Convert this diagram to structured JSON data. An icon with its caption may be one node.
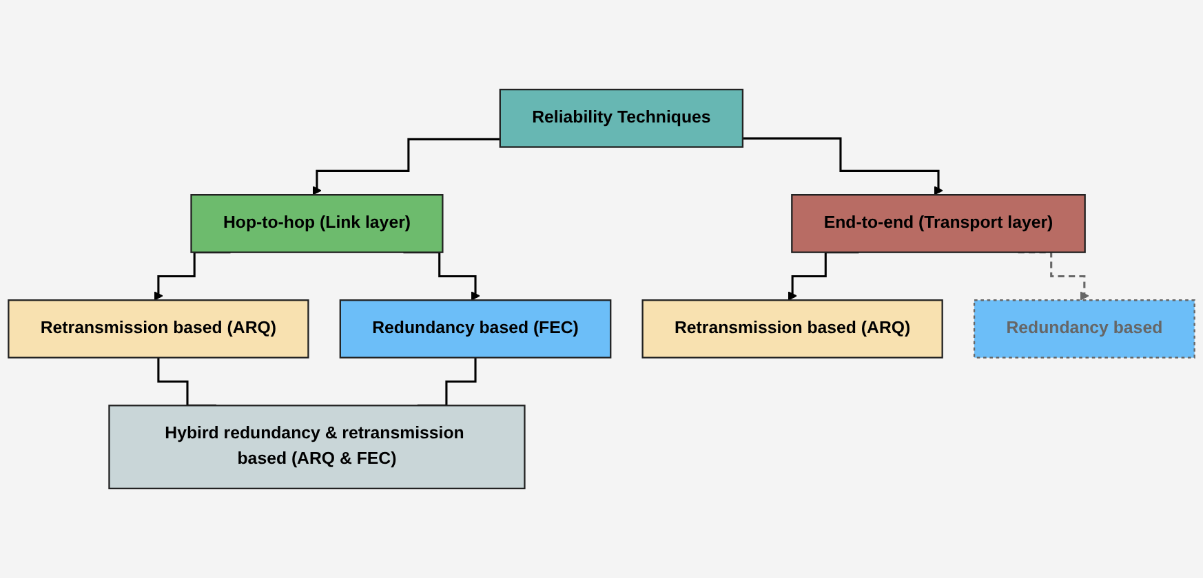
{
  "diagram": {
    "nodes": [
      {
        "text": [
          "Reliability Techniques"
        ]
      },
      {
        "text": [
          "Hop-to-hop (Link layer)"
        ]
      },
      {
        "text": [
          "End-to-end (Transport layer)"
        ]
      },
      {
        "text": [
          "Retransmission based (ARQ)"
        ]
      },
      {
        "text": [
          "Redundancy based (FEC)"
        ]
      },
      {
        "text": [
          "Hybird redundancy & retransmission based (ARQ & FEC)"
        ]
      },
      {
        "text": [
          "Retransmission based (ARQ)"
        ]
      },
      {
        "text": [
          "Redundancy based"
        ]
      }
    ],
    "edges": [
      {
        "from": 0,
        "to": 1,
        "arrow": "to"
      },
      {
        "from": 0,
        "to": 2,
        "arrow": "to"
      },
      {
        "from": 1,
        "to": 3,
        "arrow": "to"
      },
      {
        "from": 1,
        "to": 4,
        "arrow": "to"
      },
      {
        "from": 3,
        "to": 5,
        "arrow": "none"
      },
      {
        "from": 4,
        "to": 5,
        "arrow": "none"
      },
      {
        "from": 2,
        "to": 6,
        "arrow": "to"
      },
      {
        "from": 2,
        "to": 7,
        "arrow": "to",
        "style": "dashed",
        "color": "#666666"
      }
    ]
  }
}
